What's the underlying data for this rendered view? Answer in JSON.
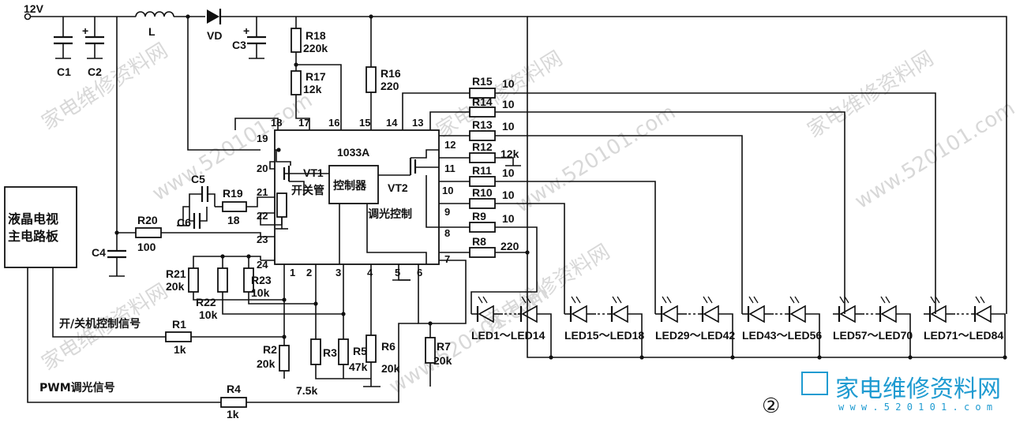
{
  "supply": {
    "label": "12V"
  },
  "components": {
    "c1": "C1",
    "c2": "C2",
    "inductor": "L",
    "diode": "VD",
    "c3": "C3",
    "c4": "C4",
    "c5": "C5",
    "c6": "C6",
    "r1": "R1",
    "r1_value": "1k",
    "r2": "R2",
    "r2_value": "20k",
    "r3": "R3",
    "r3r5_value": "7.5k",
    "r4": "R4",
    "r4_value": "1k",
    "r5": "R5",
    "r5_value": "47k",
    "r6": "R6",
    "r6_value": "20k",
    "r7": "R7",
    "r7_value": "20k",
    "r8": "R8",
    "r8_value": "220",
    "r16": "R16",
    "r16_value": "220",
    "r17": "R17",
    "r17_value": "12k",
    "r18": "R18",
    "r18_value": "220k",
    "r19": "R19",
    "r19_value": "18",
    "r20": "R20",
    "r20_value": "100",
    "r21": "R21",
    "r21_value": "20k",
    "r22": "R22",
    "r22_value": "10k",
    "r23": "R23",
    "r23_value": "10k",
    "r9": "R9",
    "r10": "R10",
    "r11": "R11",
    "r13": "R13",
    "r14": "R14",
    "r15": "R15",
    "r12": "R12",
    "r12_value": "12k",
    "ten": "10"
  },
  "ic": {
    "name": "1033A",
    "controller": "控制器",
    "vt1": "VT1",
    "switch_tube": "开关管",
    "vt2": "VT2",
    "dimming": "调光控制",
    "pins": [
      "1",
      "2",
      "3",
      "4",
      "5",
      "6",
      "7",
      "8",
      "9",
      "10",
      "11",
      "12",
      "13",
      "14",
      "15",
      "16",
      "17",
      "18",
      "19",
      "20",
      "21",
      "22",
      "23",
      "24"
    ]
  },
  "mainboard": {
    "line1": "液晶电视",
    "line2": "主电路板"
  },
  "signals": {
    "power": "开/关机控制信号",
    "pwm": "PWM调光信号"
  },
  "leds": [
    "LED1～LED14",
    "LED15～LED18",
    "LED29～LED42",
    "LED43～LED56",
    "LED57～LED70",
    "LED71～LED84"
  ],
  "figure_number": "②",
  "watermarks": {
    "site": "家电维修资料网",
    "url": "www.520101.com"
  },
  "brand": {
    "name": "家电维修资料网",
    "url": "w w w . 5 2 0 1 0 1 . c o m"
  }
}
